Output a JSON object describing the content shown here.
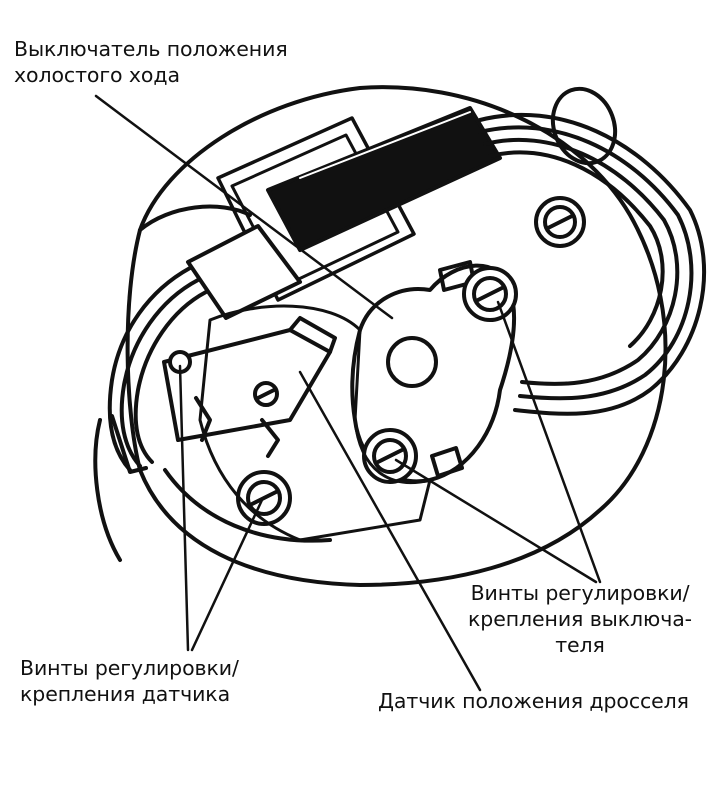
{
  "labels": {
    "idle_switch": [
      "Выключатель положения",
      "холостого хода"
    ],
    "switch_screws": [
      "Винты регулировки/",
      "крепления выключа-",
      "теля"
    ],
    "sensor_screws": [
      "Винты регулировки/",
      "крепления датчика"
    ],
    "throttle_sensor": "Датчик положения дросселя"
  },
  "colors": {
    "ink": "#111111",
    "paper": "#ffffff"
  }
}
